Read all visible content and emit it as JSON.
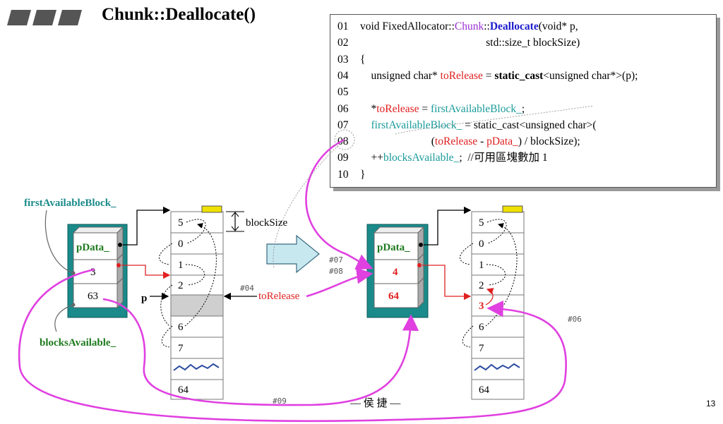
{
  "title": "Chunk::Deallocate()",
  "code": [
    {
      "num": "01",
      "parts": [
        [
          "n",
          "void FixedAllocator::"
        ],
        [
          "p",
          "Chunk"
        ],
        [
          "n",
          "::"
        ],
        [
          "b",
          "Deallocate"
        ],
        [
          "n",
          "(void* p,"
        ]
      ]
    },
    {
      "num": "02",
      "parts": [
        [
          "n",
          "                                              std::size_t blockSize)"
        ]
      ]
    },
    {
      "num": "03",
      "parts": [
        [
          "n",
          "{"
        ]
      ]
    },
    {
      "num": "04",
      "parts": [
        [
          "n",
          "    unsigned char* "
        ],
        [
          "r",
          "toRelease"
        ],
        [
          "n",
          " = "
        ],
        [
          "k",
          "static_cast"
        ],
        [
          "n",
          "<unsigned char*>(p);"
        ]
      ]
    },
    {
      "num": "05",
      "parts": [
        [
          "n",
          ""
        ]
      ]
    },
    {
      "num": "06",
      "parts": [
        [
          "n",
          "    *"
        ],
        [
          "r",
          "toRelease"
        ],
        [
          "n",
          " = "
        ],
        [
          "t",
          "firstAvailableBlock_"
        ],
        [
          "n",
          ";"
        ]
      ]
    },
    {
      "num": "07",
      "parts": [
        [
          "n",
          "    "
        ],
        [
          "t",
          "firstAvailableBlock_"
        ],
        [
          "n",
          " = static_cast<unsigned char>("
        ]
      ]
    },
    {
      "num": "08",
      "parts": [
        [
          "n",
          "                          ("
        ],
        [
          "r",
          "toRelease"
        ],
        [
          "n",
          " - "
        ],
        [
          "r",
          "pData_"
        ],
        [
          "n",
          ") / blockSize);"
        ]
      ]
    },
    {
      "num": "09",
      "parts": [
        [
          "n",
          "    ++"
        ],
        [
          "t",
          "blocksAvailable_"
        ],
        [
          "n",
          ";  //可用區塊數加 1"
        ]
      ]
    },
    {
      "num": "10",
      "parts": [
        [
          "n",
          "}"
        ]
      ]
    }
  ],
  "labels": {
    "firstAvailableBlock": "firstAvailableBlock_",
    "blocksAvailable": "blocksAvailable_",
    "pData": "pData_",
    "blockSize": "blockSize",
    "p": "p",
    "toRelease": "toRelease",
    "tag04": "#04",
    "tag06": "#06",
    "tag07": "#07",
    "tag08": "#08",
    "tag09": "#09",
    "footer": "— 侯 捷 —",
    "page": "13"
  },
  "left_chunk": {
    "first_value": "3",
    "blocks_value": "63",
    "cells": [
      "5",
      "0",
      "1",
      "2",
      "",
      "6",
      "7",
      "",
      "64"
    ]
  },
  "right_chunk": {
    "first_value": "4",
    "blocks_value": "64",
    "cells": [
      "5",
      "0",
      "1",
      "2",
      "3",
      "6",
      "7",
      "",
      "64"
    ]
  },
  "colors": {
    "teal_box": "#1a8a8a",
    "magenta": "#e040e0",
    "red": "#e02020",
    "yellow": "#f0e000",
    "gray_cell": "#cfcfcf",
    "arrow_fill": "#c8e8f0"
  }
}
